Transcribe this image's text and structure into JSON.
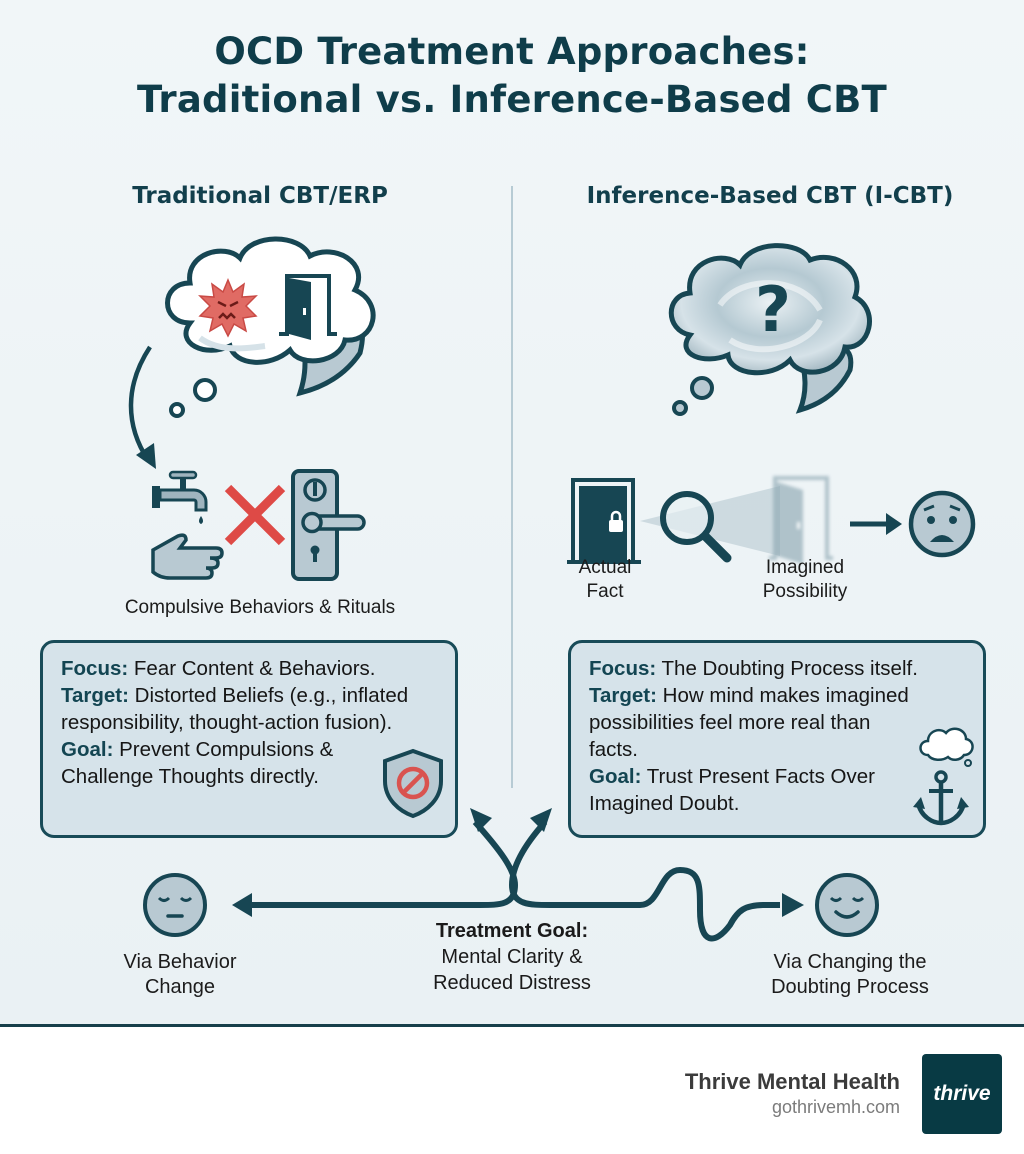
{
  "title": {
    "line1": "OCD Treatment Approaches:",
    "line2": "Traditional vs. Inference-Based CBT"
  },
  "left": {
    "heading": "Traditional CBT/ERP",
    "illustration_caption": "Compulsive Behaviors & Rituals",
    "icons": [
      "thought-cloud-icon",
      "angry-germ-icon",
      "open-door-icon",
      "faucet-icon",
      "hand-icon",
      "red-x-icon",
      "door-lock-icon",
      "shield-prohibited-icon"
    ],
    "box": {
      "focus_label": "Focus:",
      "focus_text": "Fear Content & Behaviors.",
      "target_label": "Target:",
      "target_text": "Distorted Beliefs (e.g., inflated responsibility, thought-action fusion).",
      "goal_label": "Goal:",
      "goal_text": "Prevent Compulsions & Challenge Thoughts directly."
    },
    "outcome": {
      "line1": "Via Behavior",
      "line2": "Change"
    }
  },
  "right": {
    "heading": "Inference-Based CBT (I-CBT)",
    "illustration_labels": {
      "actual_line1": "Actual",
      "actual_line2": "Fact",
      "imagined_line1": "Imagined",
      "imagined_line2": "Possibility"
    },
    "icons": [
      "swirling-thought-cloud-icon",
      "question-mark-icon",
      "locked-door-icon",
      "magnifying-glass-icon",
      "blurred-door-icon",
      "arrow-right-icon",
      "worried-face-icon",
      "anchor-icon"
    ],
    "box": {
      "focus_label": "Focus:",
      "focus_text": "The Doubting Process itself.",
      "target_label": "Target:",
      "target_text": "How mind makes imagined possibilities feel more real than facts.",
      "goal_label": "Goal:",
      "goal_text": "Trust Present Facts Over Imagined Doubt."
    },
    "outcome": {
      "line1": "Via Changing the",
      "line2": "Doubting Process"
    }
  },
  "center": {
    "goal_heading": "Treatment Goal:",
    "goal_line1": "Mental Clarity &",
    "goal_line2": "Reduced Distress"
  },
  "footer": {
    "brand_name": "Thrive Mental Health",
    "brand_url": "gothrivemh.com",
    "logo_text": "thrive"
  },
  "colors": {
    "primary": "#0f3d4a",
    "box_fill": "#d6e3ea",
    "accent_red": "#d9534f",
    "logo_bg": "#083a44"
  }
}
